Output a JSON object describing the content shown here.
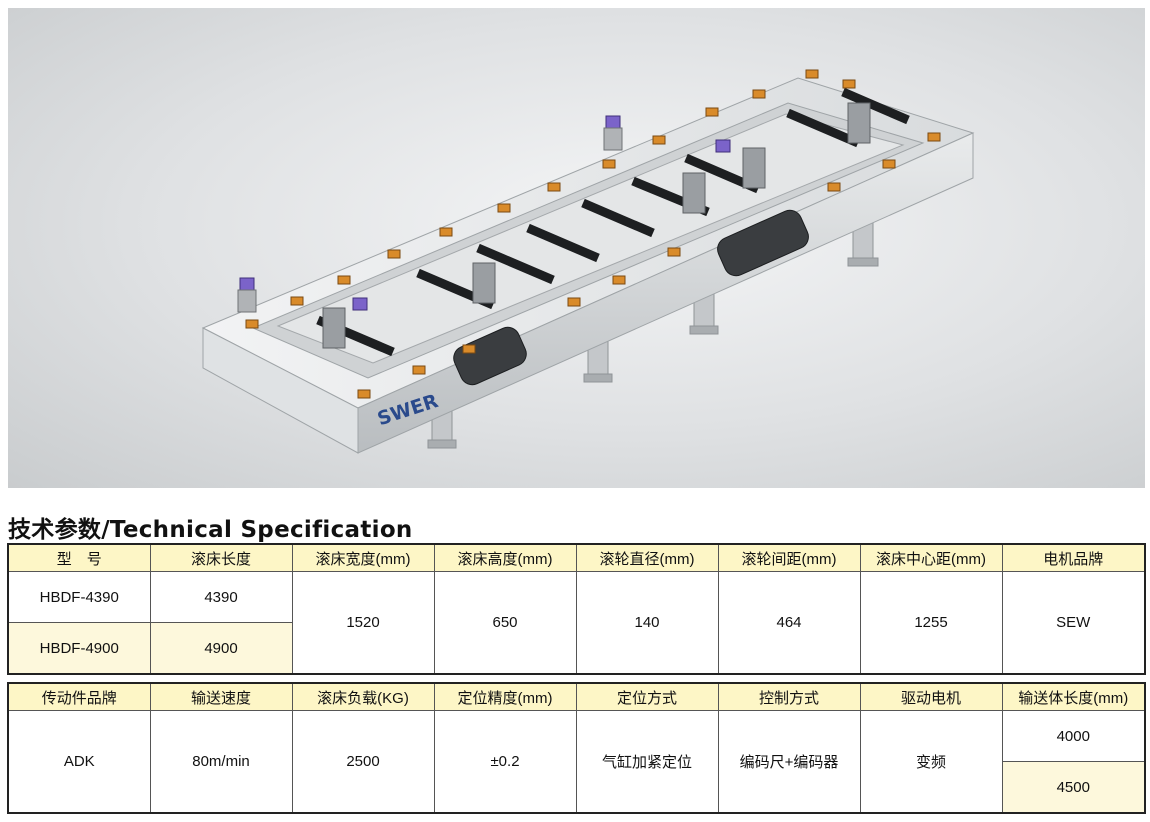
{
  "image": {
    "brand_logo_text": "SWER"
  },
  "title": "技术参数/Technical Specification",
  "table1": {
    "headers": [
      "型　号",
      "滚床长度",
      "滚床宽度(mm)",
      "滚床高度(mm)",
      "滚轮直径(mm)",
      "滚轮间距(mm)",
      "滚床中心距(mm)",
      "电机品牌"
    ],
    "rows": [
      {
        "model": "HBDF-4390",
        "length": "4390"
      },
      {
        "model": "HBDF-4900",
        "length": "4900"
      }
    ],
    "width": "1520",
    "height": "650",
    "roller_diameter": "140",
    "roller_spacing": "464",
    "center_distance": "1255",
    "motor_brand": "SEW"
  },
  "table2": {
    "headers": [
      "传动件品牌",
      "输送速度",
      "滚床负载(KG)",
      "定位精度(mm)",
      "定位方式",
      "控制方式",
      "驱动电机",
      "输送体长度(mm)"
    ],
    "transmission_brand": "ADK",
    "speed": "80m/min",
    "load": "2500",
    "accuracy": "±0.2",
    "positioning": "气缸加紧定位",
    "control": "编码尺+编码器",
    "drive_motor": "变频",
    "conveyor_lengths": [
      "4000",
      "4500"
    ]
  },
  "colors": {
    "header_bg": "#fdf6c6",
    "highlight_bg": "#fdf8dc",
    "logo_blue": "#2a4a8c",
    "pad_orange": "#d98b2a"
  }
}
